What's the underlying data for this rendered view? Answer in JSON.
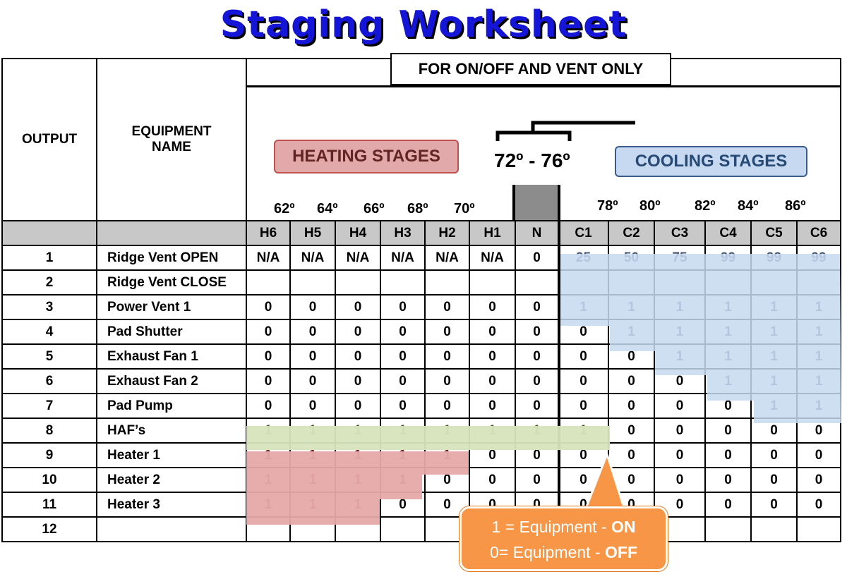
{
  "title": "Staging Worksheet",
  "vent_note": "FOR ON/OFF AND VENT ONLY",
  "header": {
    "output_label": "OUTPUT",
    "equipment_label_line1": "EQUIPMENT",
    "equipment_label_line2": "NAME"
  },
  "heating_label": "HEATING STAGES",
  "cooling_label": "COOLING STAGES",
  "deadband": "72º  -  76º",
  "heating_temps": [
    "62º",
    "64º",
    "66º",
    "68º",
    "70º"
  ],
  "cooling_temps": [
    "78º",
    "80º",
    "82º",
    "84º",
    "86º"
  ],
  "stages": [
    "H6",
    "H5",
    "H4",
    "H3",
    "H2",
    "H1",
    "N",
    "C1",
    "C2",
    "C3",
    "C4",
    "C5",
    "C6"
  ],
  "rows": [
    {
      "output": "1",
      "name": "Ridge Vent OPEN",
      "values": [
        "N/A",
        "N/A",
        "N/A",
        "N/A",
        "N/A",
        "N/A",
        "0",
        "25",
        "50",
        "75",
        "99",
        "99",
        "99"
      ]
    },
    {
      "output": "2",
      "name": "Ridge Vent CLOSE",
      "values": [
        "",
        "",
        "",
        "",
        "",
        "",
        "",
        "",
        "",
        "",
        "",
        "",
        ""
      ]
    },
    {
      "output": "3",
      "name": "Power Vent 1",
      "values": [
        "0",
        "0",
        "0",
        "0",
        "0",
        "0",
        "0",
        "1",
        "1",
        "1",
        "1",
        "1",
        "1"
      ]
    },
    {
      "output": "4",
      "name": "Pad Shutter",
      "values": [
        "0",
        "0",
        "0",
        "0",
        "0",
        "0",
        "0",
        "0",
        "1",
        "1",
        "1",
        "1",
        "1"
      ]
    },
    {
      "output": "5",
      "name": "Exhaust Fan 1",
      "values": [
        "0",
        "0",
        "0",
        "0",
        "0",
        "0",
        "0",
        "0",
        "0",
        "1",
        "1",
        "1",
        "1"
      ]
    },
    {
      "output": "6",
      "name": "Exhaust Fan 2",
      "values": [
        "0",
        "0",
        "0",
        "0",
        "0",
        "0",
        "0",
        "0",
        "0",
        "0",
        "1",
        "1",
        "1"
      ]
    },
    {
      "output": "7",
      "name": "Pad Pump",
      "values": [
        "0",
        "0",
        "0",
        "0",
        "0",
        "0",
        "0",
        "0",
        "0",
        "0",
        "0",
        "1",
        "1"
      ]
    },
    {
      "output": "8",
      "name": "HAF’s",
      "values": [
        "1",
        "1",
        "1",
        "1",
        "1",
        "1",
        "1",
        "1",
        "0",
        "0",
        "0",
        "0",
        "0"
      ]
    },
    {
      "output": "9",
      "name": "Heater 1",
      "values": [
        "1",
        "1",
        "1",
        "1",
        "1",
        "0",
        "0",
        "0",
        "0",
        "0",
        "0",
        "0",
        "0"
      ]
    },
    {
      "output": "10",
      "name": "Heater 2",
      "values": [
        "1",
        "1",
        "1",
        "1",
        "0",
        "0",
        "0",
        "0",
        "0",
        "0",
        "0",
        "0",
        "0"
      ]
    },
    {
      "output": "11",
      "name": "Heater 3",
      "values": [
        "1",
        "1",
        "1",
        "0",
        "0",
        "0",
        "0",
        "0",
        "0",
        "0",
        "0",
        "0",
        "0"
      ]
    },
    {
      "output": "12",
      "name": "",
      "values": [
        "",
        "",
        "",
        "",
        "",
        "",
        "",
        "",
        "",
        "",
        "",
        "",
        ""
      ]
    }
  ],
  "legend": {
    "on_prefix": "1 = Equipment - ",
    "on_word": "ON",
    "off_prefix": "0= Equipment - ",
    "off_word": "OFF"
  },
  "colors": {
    "cooling_fill": "#c6d9f0",
    "heating_fill": "#e6a8a8",
    "haf_fill": "#d7e4bc",
    "callout": "#f79646",
    "title": "#1515d8"
  }
}
